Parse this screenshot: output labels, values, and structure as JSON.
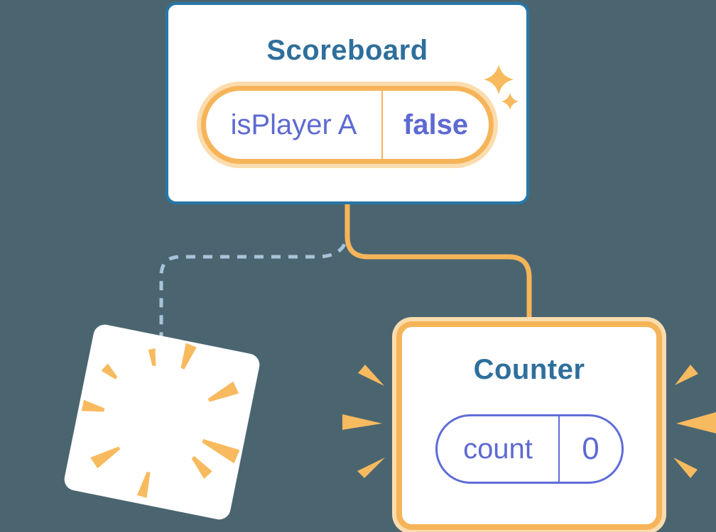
{
  "scoreboard": {
    "title": "Scoreboard",
    "state_label": "isPlayer A",
    "state_value": "false"
  },
  "counter": {
    "title": "Counter",
    "state_label": "count",
    "state_value": "0"
  },
  "icons": {
    "sparkle": "four-point-star-sparkles",
    "poof": "destruction-burst-spikes",
    "rays": "emphasis-rays"
  },
  "colors": {
    "background": "#4b6570",
    "card_background": "#ffffff",
    "card_border_blue": "#2777a9",
    "title_text": "#2e6f9c",
    "state_purple": "#5e6ad2",
    "accent_orange": "#f6b459",
    "accent_orange_glow": "#fbdcae",
    "spike_orange": "#f8ba5e",
    "dashed_blue": "#a7c4d9",
    "pill_purple_border": "#5f6cd8"
  }
}
